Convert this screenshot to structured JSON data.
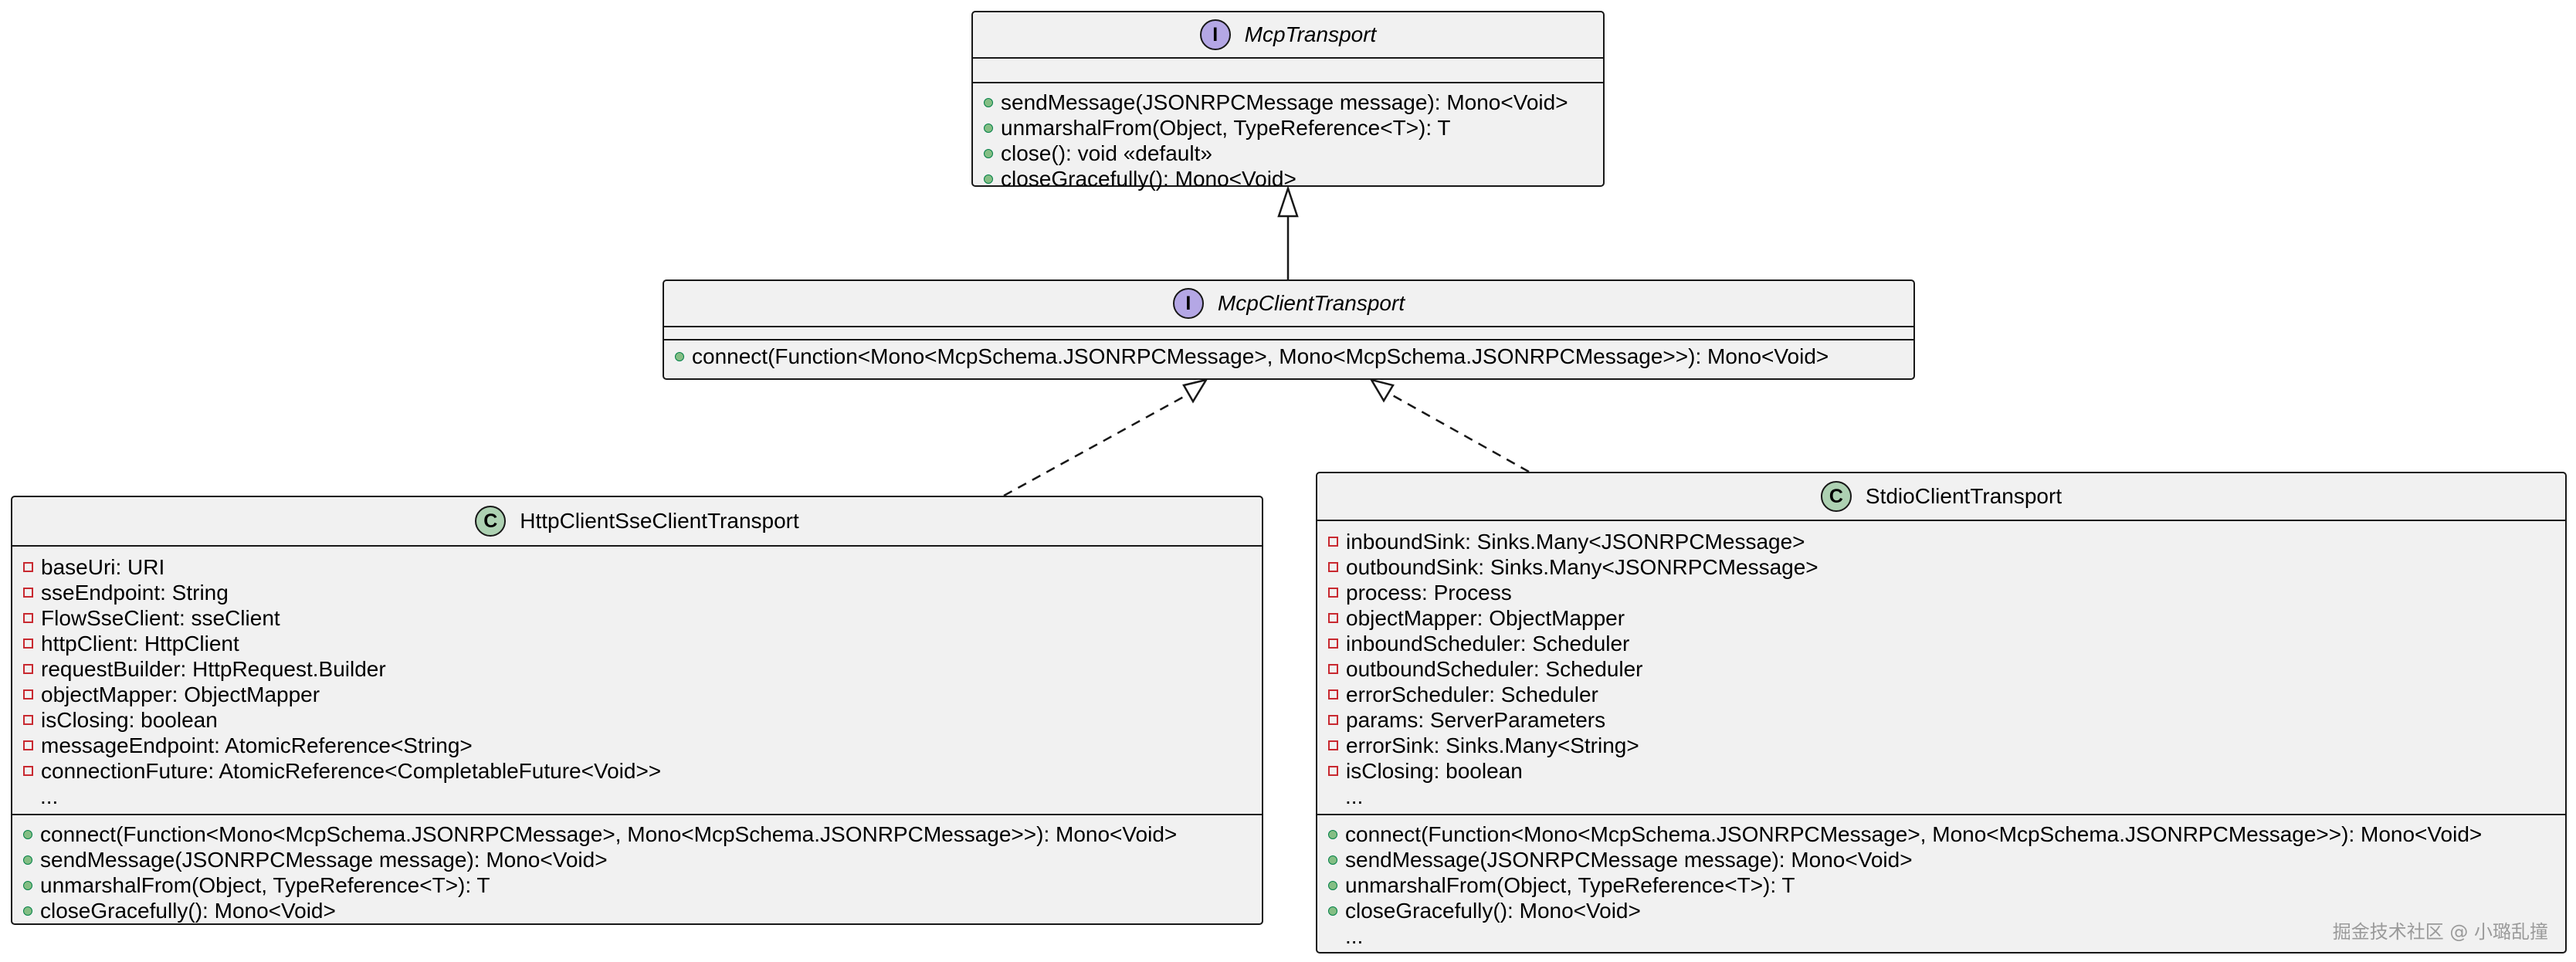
{
  "interfaces": {
    "mcp_transport": {
      "stereotype": "I",
      "name": "McpTransport",
      "methods": [
        "sendMessage(JSONRPCMessage message): Mono<Void>",
        "unmarshalFrom(Object, TypeReference<T>): T",
        "close(): void «default»",
        "closeGracefully(): Mono<Void>"
      ]
    },
    "mcp_client_transport": {
      "stereotype": "I",
      "name": "McpClientTransport",
      "methods": [
        "connect(Function<Mono<McpSchema.JSONRPCMessage>, Mono<McpSchema.JSONRPCMessage>>): Mono<Void>"
      ]
    }
  },
  "classes": {
    "http_client_sse_client_transport": {
      "stereotype": "C",
      "name": "HttpClientSseClientTransport",
      "fields": [
        "baseUri: URI",
        "sseEndpoint: String",
        "FlowSseClient: sseClient",
        "httpClient: HttpClient",
        "requestBuilder: HttpRequest.Builder",
        "objectMapper: ObjectMapper",
        "isClosing: boolean",
        "messageEndpoint: AtomicReference<String>",
        "connectionFuture: AtomicReference<CompletableFuture<Void>>"
      ],
      "fields_more": "...",
      "methods": [
        "connect(Function<Mono<McpSchema.JSONRPCMessage>, Mono<McpSchema.JSONRPCMessage>>): Mono<Void>",
        "sendMessage(JSONRPCMessage message): Mono<Void>",
        "unmarshalFrom(Object, TypeReference<T>): T",
        "closeGracefully(): Mono<Void>"
      ]
    },
    "stdio_client_transport": {
      "stereotype": "C",
      "name": "StdioClientTransport",
      "fields": [
        "inboundSink: Sinks.Many<JSONRPCMessage>",
        "outboundSink: Sinks.Many<JSONRPCMessage>",
        "process: Process",
        "objectMapper: ObjectMapper",
        "inboundScheduler: Scheduler",
        "outboundScheduler: Scheduler",
        "errorScheduler: Scheduler",
        "params: ServerParameters",
        "errorSink: Sinks.Many<String>",
        "isClosing: boolean"
      ],
      "fields_more": "...",
      "methods": [
        "connect(Function<Mono<McpSchema.JSONRPCMessage>, Mono<McpSchema.JSONRPCMessage>>): Mono<Void>",
        "sendMessage(JSONRPCMessage message): Mono<Void>",
        "unmarshalFrom(Object, TypeReference<T>): T",
        "closeGracefully(): Mono<Void>"
      ],
      "methods_more": "..."
    }
  },
  "relationships": [
    {
      "type": "extends",
      "from": "McpClientTransport",
      "to": "McpTransport"
    },
    {
      "type": "implements",
      "from": "HttpClientSseClientTransport",
      "to": "McpClientTransport"
    },
    {
      "type": "implements",
      "from": "StdioClientTransport",
      "to": "McpClientTransport"
    }
  ],
  "colors": {
    "box_fill": "#f1f1f1",
    "border": "#181818",
    "interface_badge": "#b4a7e5",
    "class_badge": "#add1b2",
    "public_marker": "#84be84",
    "private_marker": "#c82930"
  },
  "watermark": "掘金技术社区 @ 小璐乱撞"
}
